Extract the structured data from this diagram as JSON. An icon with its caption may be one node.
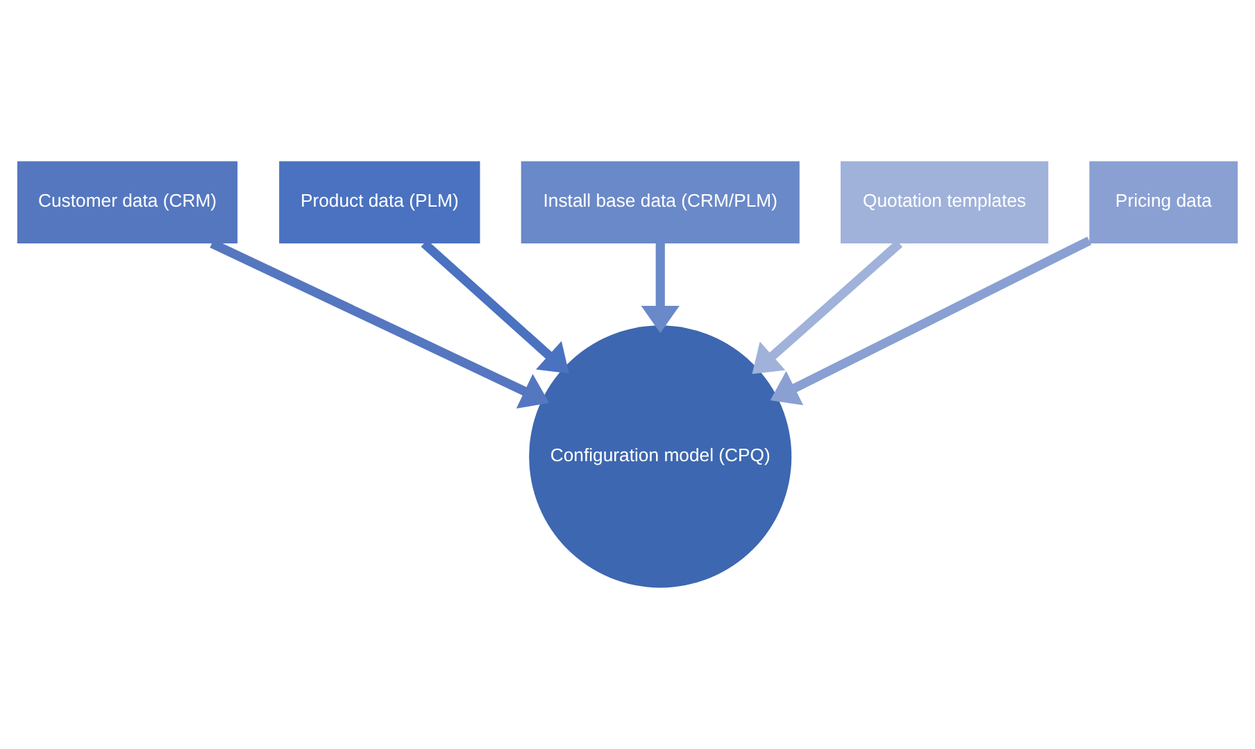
{
  "diagram": {
    "nodes": [
      {
        "text": [
          "Install base data (CRM/PLM)"
        ]
      },
      {
        "text": [
          "Customer data (CRM)"
        ]
      },
      {
        "text": [
          "Pricing data"
        ]
      },
      {
        "text": [
          "Product data (PLM)"
        ]
      },
      {
        "text": [
          "Configuration model (CPQ)"
        ]
      },
      {
        "text": [
          "Quotation templates"
        ]
      }
    ],
    "edges": [
      {
        "from": 0,
        "to": 4,
        "arrow": "to",
        "color": "#6a89c8"
      },
      {
        "from": 1,
        "to": 4,
        "arrow": "to",
        "color": "#5577c0"
      },
      {
        "from": 2,
        "to": 4,
        "arrow": "to",
        "color": "#8aa0d2"
      },
      {
        "from": 3,
        "to": 4,
        "arrow": "to",
        "color": "#4a72c0"
      },
      {
        "from": 5,
        "to": 4,
        "arrow": "to",
        "color": "#a0b2da"
      }
    ]
  }
}
